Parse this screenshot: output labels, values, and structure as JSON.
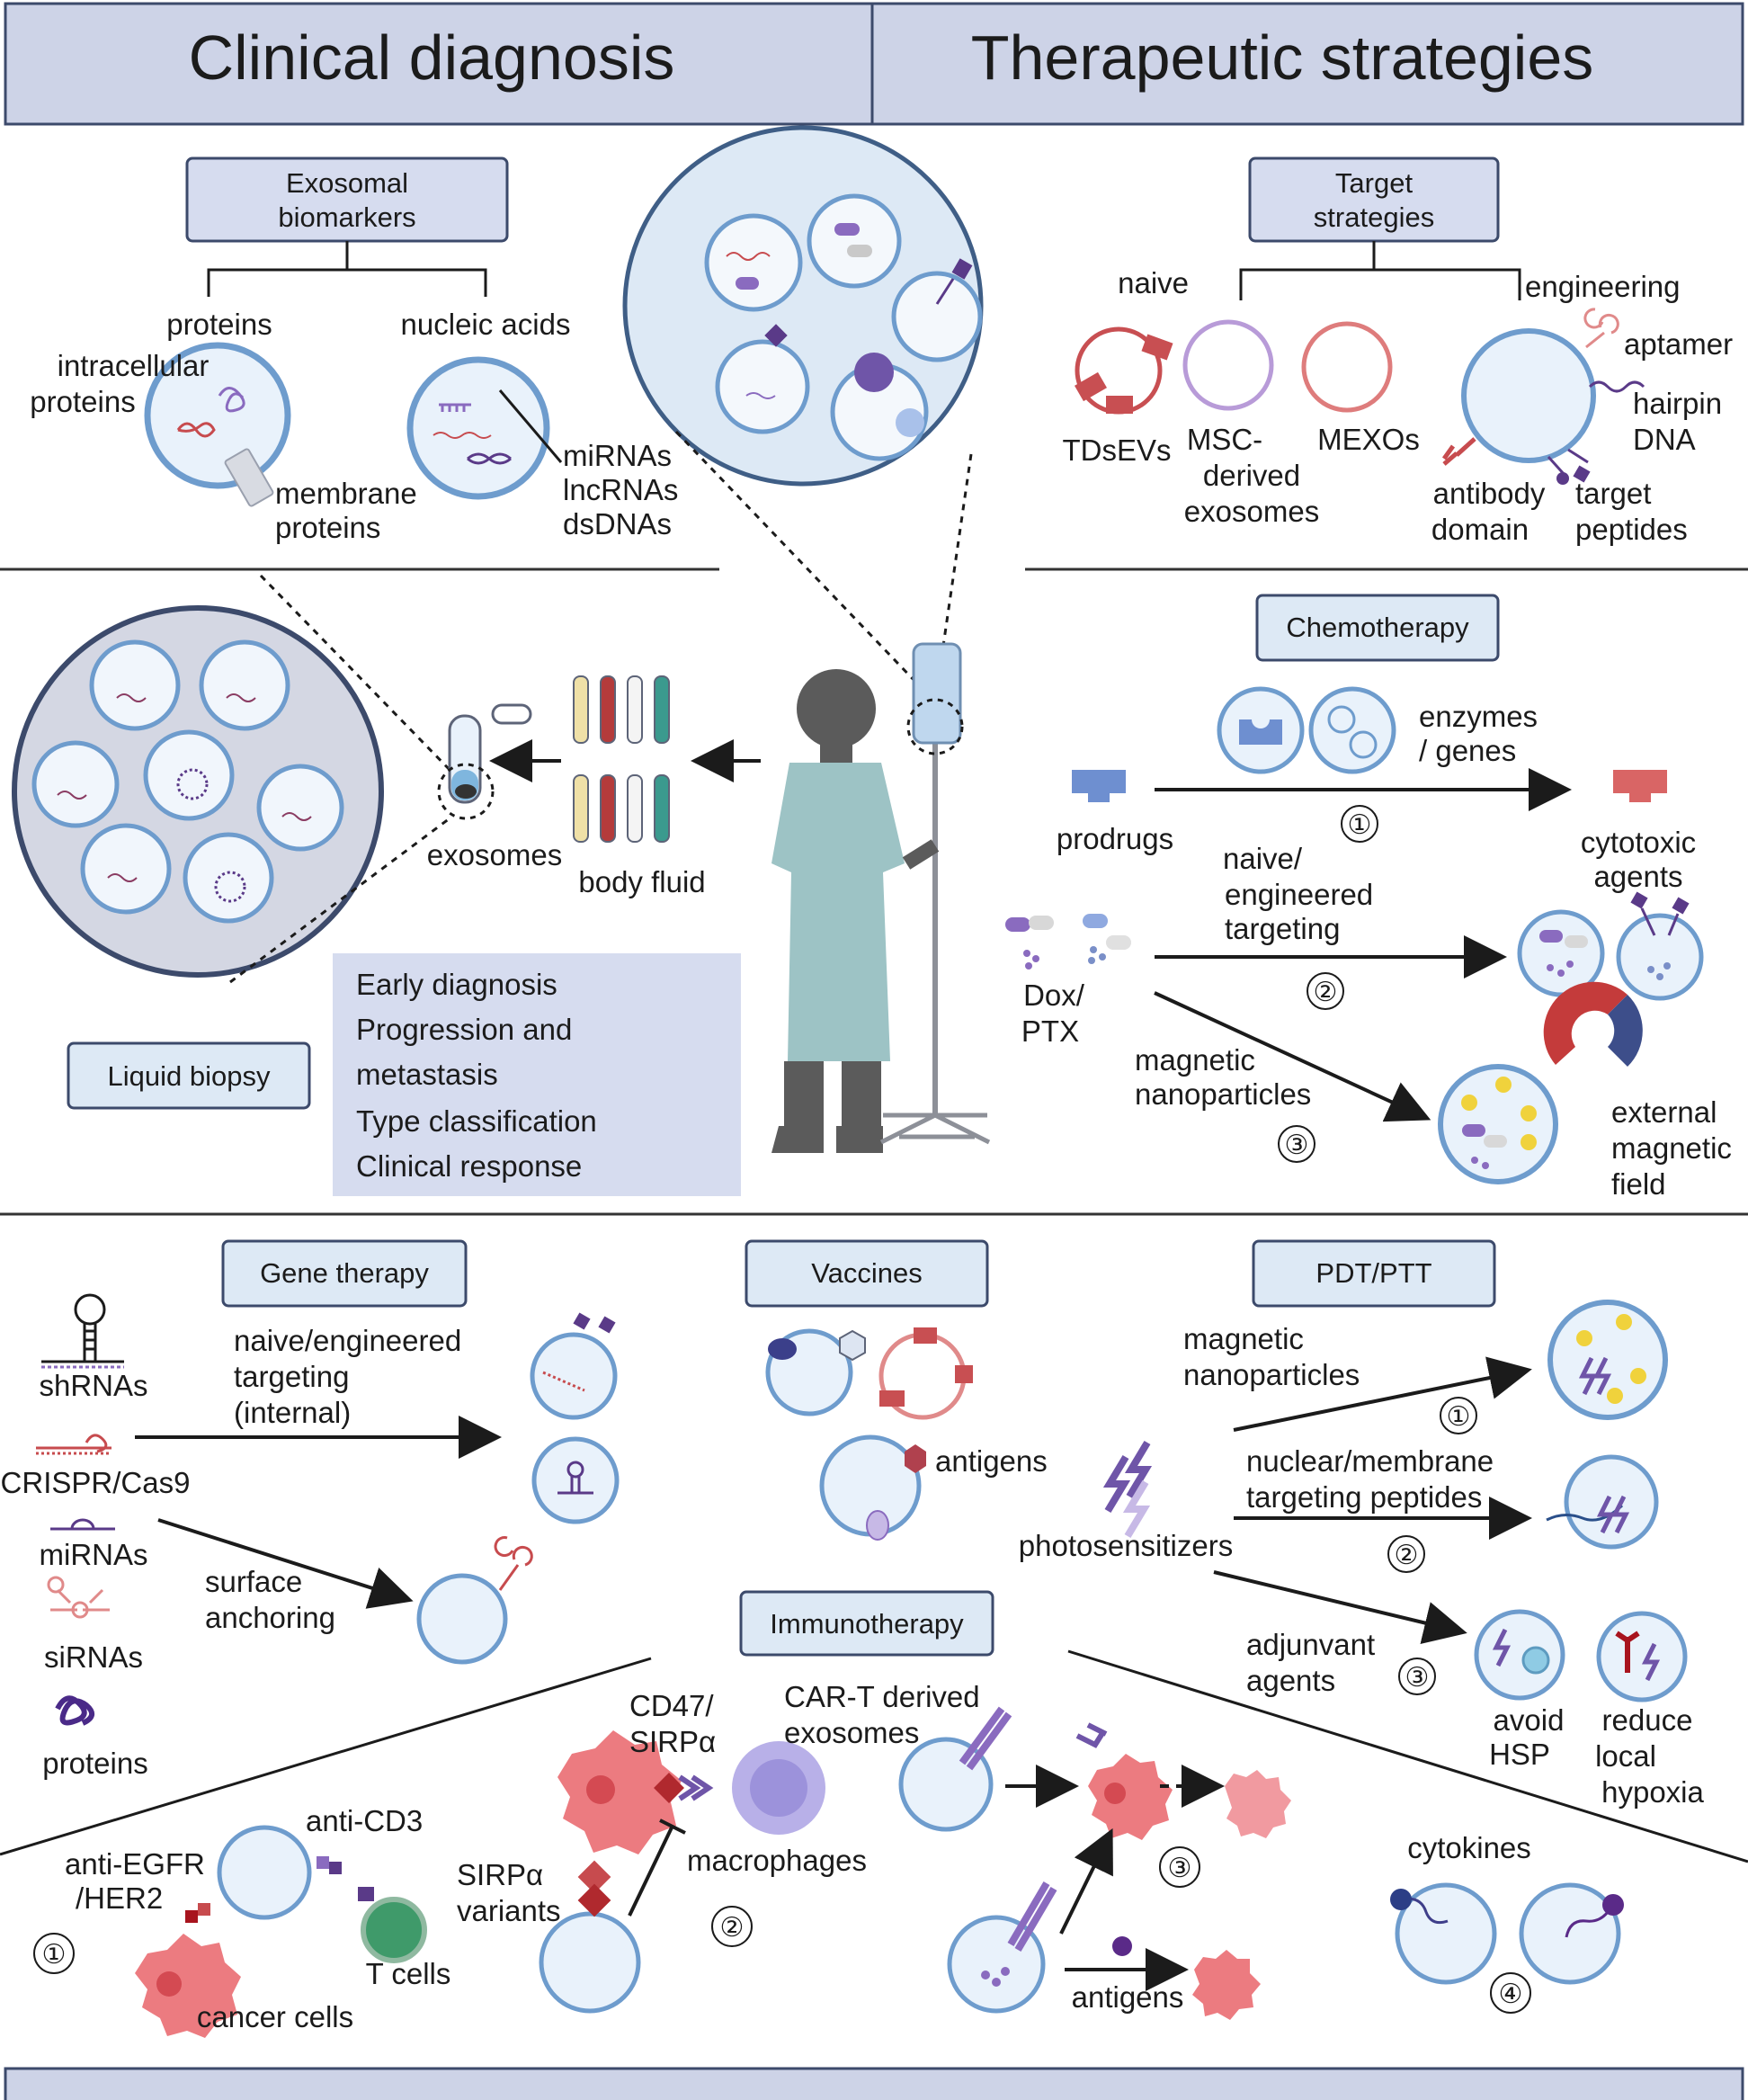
{
  "header": {
    "left_title": "Clinical diagnosis",
    "right_title": "Therapeutic strategies"
  },
  "colors": {
    "header_bg": "#cdd3e7",
    "box_fill": "#d6dcef",
    "box_light": "#dde9f5",
    "vesicle": "#6e9ccd",
    "vesicle_fill": "#e9f2fb",
    "purple": "#8a6bbf",
    "red": "#c74b4e",
    "tdsev": "#c84f52",
    "msc": "#b89bd8"
  },
  "biomarkers": {
    "title_line1": "Exosomal",
    "title_line2": "biomarkers",
    "proteins": "proteins",
    "nucleic_acids": "nucleic acids",
    "intracellular_1": "intracellular",
    "intracellular_2": "proteins",
    "membrane_1": "membrane",
    "membrane_2": "proteins",
    "mirnas": "miRNAs",
    "lncrnas": "lncRNAs",
    "dsdnas": "dsDNAs"
  },
  "target": {
    "title_line1": "Target",
    "title_line2": "strategies",
    "naive": "naive",
    "engineering": "engineering",
    "tdsevs": "TDsEVs",
    "msc_1": "MSC-",
    "msc_2": "derived",
    "msc_3": "exosomes",
    "mexos": "MEXOs",
    "aptamer": "aptamer",
    "hairpin_1": "hairpin",
    "hairpin_2": "DNA",
    "antibody_1": "antibody",
    "antibody_2": "domain",
    "peptides_1": "target",
    "peptides_2": "peptides"
  },
  "liquid": {
    "exosomes": "exosomes",
    "body_fluid": "body fluid",
    "box_label": "Liquid biopsy",
    "apps": [
      "Early diagnosis",
      "Progression and",
      "metastasis",
      "Type classification",
      "Clinical response"
    ]
  },
  "chemo": {
    "title": "Chemotherapy",
    "enzymes_1": "enzymes",
    "enzymes_2": "/ genes",
    "prodrugs": "prodrugs",
    "cytotoxic_1": "cytotoxic",
    "cytotoxic_2": "agents",
    "naive_1": "naive/",
    "naive_2": "engineered",
    "naive_3": "targeting",
    "dox_1": "Dox/",
    "dox_2": "PTX",
    "magnetic_1": "magnetic",
    "magnetic_2": "nanoparticles",
    "external_1": "external",
    "external_2": "magnetic",
    "external_3": "field",
    "n1": "①",
    "n2": "②",
    "n3": "③"
  },
  "gene": {
    "title": "Gene therapy",
    "shrnas": "shRNAs",
    "crispr": "CRISPR/Cas9",
    "mirnas": "miRNAs",
    "sirnas": "siRNAs",
    "proteins": "proteins",
    "naive_1": "naive/engineered",
    "naive_2": "targeting",
    "naive_3": "(internal)",
    "surface_1": "surface",
    "surface_2": "anchoring"
  },
  "vaccines": {
    "title": "Vaccines",
    "antigens": "antigens"
  },
  "pdt": {
    "title": "PDT/PTT",
    "magnetic_1": "magnetic",
    "magnetic_2": "nanoparticles",
    "nuclear_1": "nuclear/membrane",
    "nuclear_2": "targeting peptides",
    "photosensitizers": "photosensitizers",
    "adjuvant_1": "adjunvant",
    "adjuvant_2": "agents",
    "avoid_1": "avoid",
    "avoid_2": "HSP",
    "reduce_1": "reduce",
    "reduce_2": "local",
    "reduce_3": "hypoxia",
    "n1": "①",
    "n2": "②",
    "n3": "③"
  },
  "immuno": {
    "title": "Immunotherapy",
    "cd47_1": "CD47/",
    "cd47_2": "SIRPα",
    "cart_1": "CAR-T derived",
    "cart_2": "exosomes",
    "anti_cd3": "anti-CD3",
    "anti_egfr_1": "anti-EGFR",
    "anti_egfr_2": "/HER2",
    "sirpa_1": "SIRPα",
    "sirpa_2": "variants",
    "macrophages": "macrophages",
    "t_cells": "T cells",
    "cancer_cells": "cancer cells",
    "antigens": "antigens",
    "cytokines": "cytokines",
    "n1": "①",
    "n2": "②",
    "n3": "③",
    "n4": "④"
  }
}
